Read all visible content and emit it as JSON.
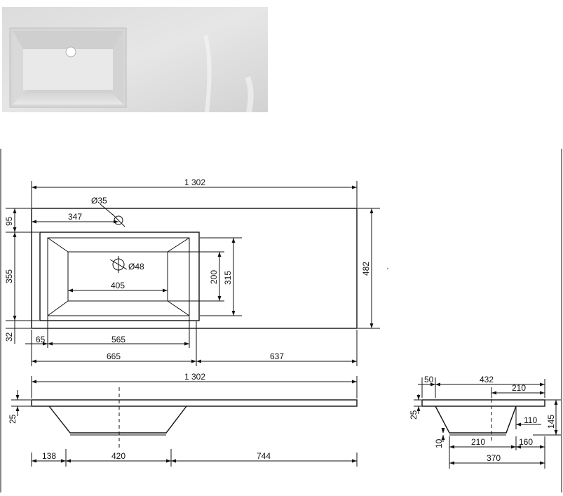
{
  "photo": {
    "alt": ""
  },
  "plan": {
    "overall_width": "1 302",
    "tap_hole_diameter": "Ø35",
    "tap_hole_offset": "347",
    "drain_diameter": "Ø48",
    "basin_inner_width": "405",
    "basin_inner_depth": "200",
    "basin_outer_depth": "315",
    "total_depth": "482",
    "top_margin": "95",
    "basin_height": "355",
    "bottom_margin": "32",
    "left_margin": "65",
    "basin_width": "565",
    "left_to_basin_edge": "665",
    "right_deck": "637"
  },
  "front": {
    "overall_width": "1 302",
    "thickness": "25",
    "left_offset": "138",
    "bowl_bottom": "420",
    "right_offset": "744"
  },
  "side": {
    "front_margin": "50",
    "basin_depth": "432",
    "center_offset": "210",
    "thickness": "25",
    "drain_offset": "110",
    "height": "145",
    "bottom_thickness": "10",
    "bowl_bottom": "210",
    "rear_offset": "160",
    "overall_depth": "370"
  }
}
